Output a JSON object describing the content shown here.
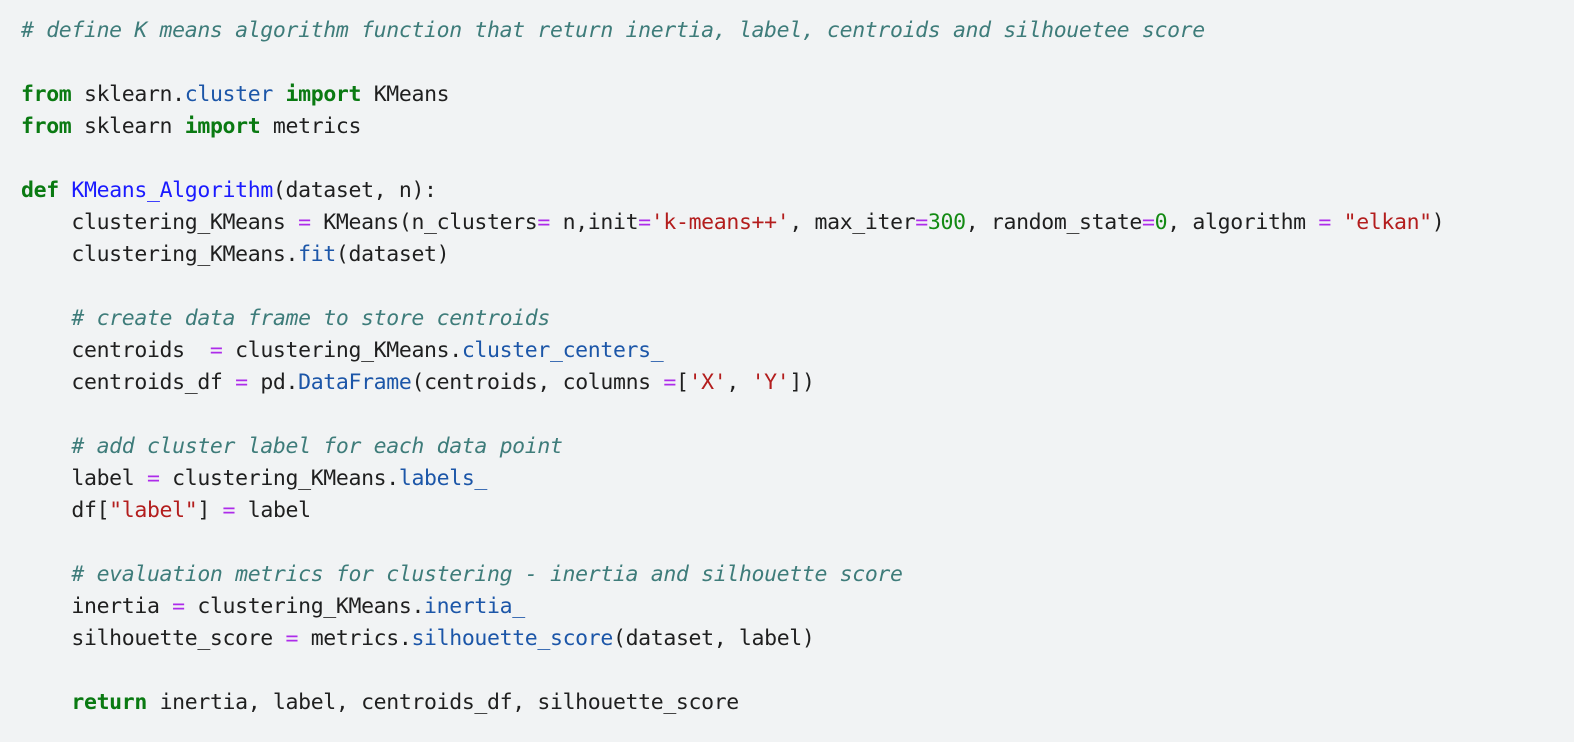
{
  "colors": {
    "background": "#f1f3f4",
    "comment": "#3e7c7a",
    "keyword": "#0a7a12",
    "function_name": "#1a1aff",
    "attribute": "#1c56a8",
    "operator": "#ad2bea",
    "string": "#b31d1d",
    "number": "#138a13",
    "text": "#1f1f1f"
  },
  "code": {
    "lines": [
      [
        {
          "t": "comment",
          "v": "# define K means algorithm function that return inertia, label, centroids and silhouetee score"
        }
      ],
      [],
      [
        {
          "t": "keyword",
          "v": "from"
        },
        {
          "t": "plain",
          "v": " sklearn."
        },
        {
          "t": "attr",
          "v": "cluster"
        },
        {
          "t": "plain",
          "v": " "
        },
        {
          "t": "keyword",
          "v": "import"
        },
        {
          "t": "plain",
          "v": " KMeans"
        }
      ],
      [
        {
          "t": "keyword",
          "v": "from"
        },
        {
          "t": "plain",
          "v": " sklearn "
        },
        {
          "t": "keyword",
          "v": "import"
        },
        {
          "t": "plain",
          "v": " metrics"
        }
      ],
      [],
      [
        {
          "t": "keyword",
          "v": "def"
        },
        {
          "t": "plain",
          "v": " "
        },
        {
          "t": "func",
          "v": "KMeans_Algorithm"
        },
        {
          "t": "plain",
          "v": "(dataset, n):"
        }
      ],
      [
        {
          "t": "plain",
          "v": "    clustering_KMeans "
        },
        {
          "t": "op",
          "v": "="
        },
        {
          "t": "plain",
          "v": " KMeans(n_clusters"
        },
        {
          "t": "op",
          "v": "="
        },
        {
          "t": "plain",
          "v": " n,init"
        },
        {
          "t": "op",
          "v": "="
        },
        {
          "t": "string",
          "v": "'k-means++'"
        },
        {
          "t": "plain",
          "v": ", max_iter"
        },
        {
          "t": "op",
          "v": "="
        },
        {
          "t": "number",
          "v": "300"
        },
        {
          "t": "plain",
          "v": ", random_state"
        },
        {
          "t": "op",
          "v": "="
        },
        {
          "t": "number",
          "v": "0"
        },
        {
          "t": "plain",
          "v": ", algorithm "
        },
        {
          "t": "op",
          "v": "="
        },
        {
          "t": "plain",
          "v": " "
        },
        {
          "t": "string",
          "v": "\"elkan\""
        },
        {
          "t": "plain",
          "v": ")"
        }
      ],
      [
        {
          "t": "plain",
          "v": "    clustering_KMeans."
        },
        {
          "t": "attr",
          "v": "fit"
        },
        {
          "t": "plain",
          "v": "(dataset)"
        }
      ],
      [],
      [
        {
          "t": "plain",
          "v": "    "
        },
        {
          "t": "comment",
          "v": "# create data frame to store centroids"
        }
      ],
      [
        {
          "t": "plain",
          "v": "    centroids  "
        },
        {
          "t": "op",
          "v": "="
        },
        {
          "t": "plain",
          "v": " clustering_KMeans."
        },
        {
          "t": "attr",
          "v": "cluster_centers_"
        }
      ],
      [
        {
          "t": "plain",
          "v": "    centroids_df "
        },
        {
          "t": "op",
          "v": "="
        },
        {
          "t": "plain",
          "v": " pd."
        },
        {
          "t": "attr",
          "v": "DataFrame"
        },
        {
          "t": "plain",
          "v": "(centroids, columns "
        },
        {
          "t": "op",
          "v": "="
        },
        {
          "t": "plain",
          "v": "["
        },
        {
          "t": "string",
          "v": "'X'"
        },
        {
          "t": "plain",
          "v": ", "
        },
        {
          "t": "string",
          "v": "'Y'"
        },
        {
          "t": "plain",
          "v": "])"
        }
      ],
      [],
      [
        {
          "t": "plain",
          "v": "    "
        },
        {
          "t": "comment",
          "v": "# add cluster label for each data point"
        }
      ],
      [
        {
          "t": "plain",
          "v": "    label "
        },
        {
          "t": "op",
          "v": "="
        },
        {
          "t": "plain",
          "v": " clustering_KMeans."
        },
        {
          "t": "attr",
          "v": "labels_"
        }
      ],
      [
        {
          "t": "plain",
          "v": "    df["
        },
        {
          "t": "string",
          "v": "\"label\""
        },
        {
          "t": "plain",
          "v": "] "
        },
        {
          "t": "op",
          "v": "="
        },
        {
          "t": "plain",
          "v": " label"
        }
      ],
      [],
      [
        {
          "t": "plain",
          "v": "    "
        },
        {
          "t": "comment",
          "v": "# evaluation metrics for clustering - inertia and silhouette score"
        }
      ],
      [
        {
          "t": "plain",
          "v": "    inertia "
        },
        {
          "t": "op",
          "v": "="
        },
        {
          "t": "plain",
          "v": " clustering_KMeans."
        },
        {
          "t": "attr",
          "v": "inertia_"
        }
      ],
      [
        {
          "t": "plain",
          "v": "    silhouette_score "
        },
        {
          "t": "op",
          "v": "="
        },
        {
          "t": "plain",
          "v": " metrics."
        },
        {
          "t": "attr",
          "v": "silhouette_score"
        },
        {
          "t": "plain",
          "v": "(dataset, label)"
        }
      ],
      [],
      [
        {
          "t": "plain",
          "v": "    "
        },
        {
          "t": "keyword",
          "v": "return"
        },
        {
          "t": "plain",
          "v": " inertia, label, centroids_df, silhouette_score"
        }
      ]
    ]
  }
}
